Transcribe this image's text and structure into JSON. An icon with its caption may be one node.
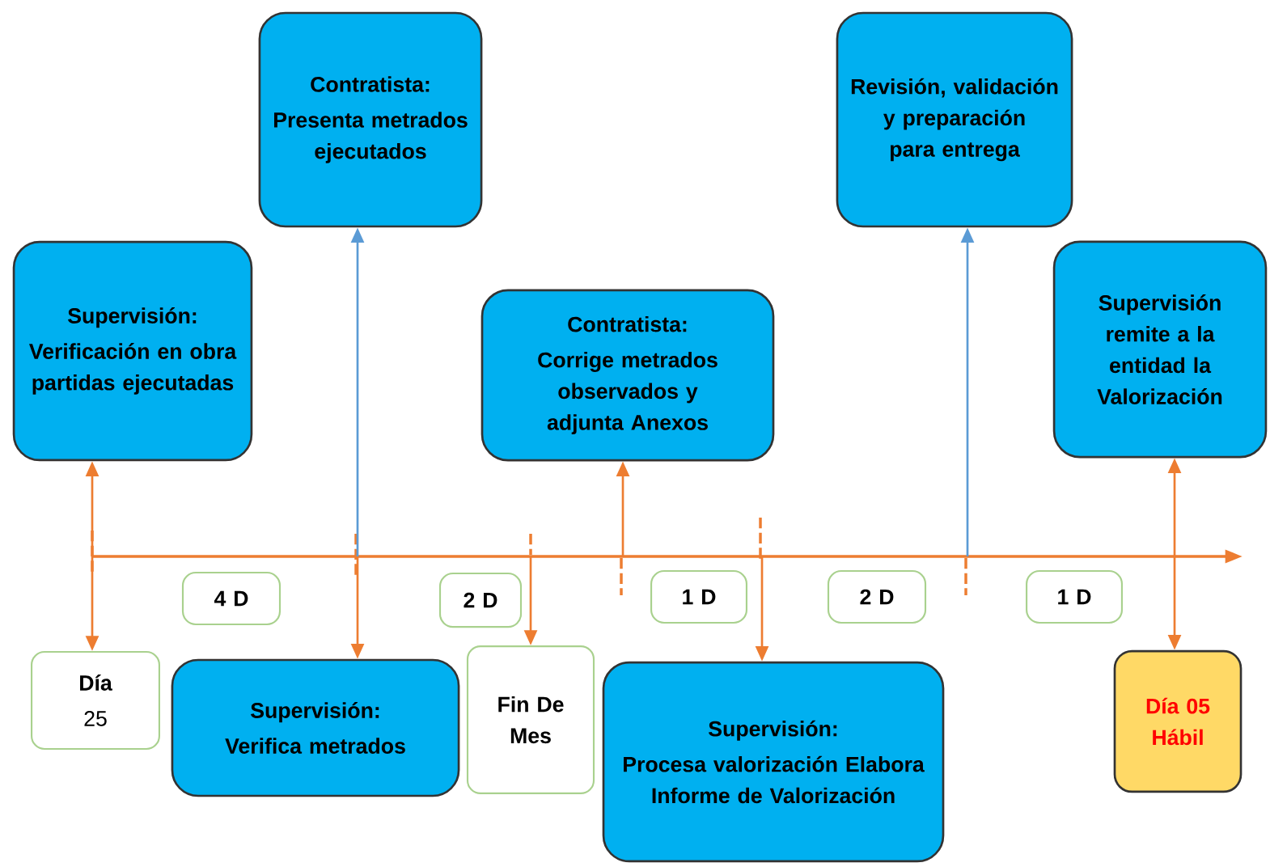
{
  "diagram": {
    "nodes": [
      {
        "text": [
          "Contratista:",
          "Presenta metrados ejecutados"
        ]
      },
      {
        "text": [
          "Revisión, validación y preparación para entrega"
        ]
      },
      {
        "text": [
          "Supervisión:",
          "Verificación en obra partidas ejecutadas"
        ]
      },
      {
        "text": [
          "Supervisión remite a la entidad la Valorización"
        ]
      },
      {
        "text": [
          "Contratista:",
          "Corrige metrados observados y adjunta Anexos"
        ]
      },
      {
        "text": [
          "4 D"
        ]
      },
      {
        "text": [
          "2 D"
        ]
      },
      {
        "text": [
          "1 D"
        ]
      },
      {
        "text": [
          "2 D"
        ]
      },
      {
        "text": [
          "1 D"
        ]
      },
      {
        "text": [
          "Día",
          "25"
        ]
      },
      {
        "text": [
          "Supervisión:",
          "Verifica metrados"
        ]
      },
      {
        "text": [
          "Fin De Mes"
        ]
      },
      {
        "text": [
          "Supervisión:",
          "Procesa valorización Elabora Informe de Valorización"
        ]
      },
      {
        "text": [
          "Día 05 Hábil"
        ]
      }
    ],
    "edges": [
      {
        "from": 2,
        "to": 10,
        "arrow": "both"
      },
      {
        "from": null,
        "to": 0,
        "arrow": "to",
        "color": "#5b9bd5"
      },
      {
        "from": null,
        "to": 11,
        "arrow": "to"
      },
      {
        "from": null,
        "to": 12,
        "arrow": "to"
      },
      {
        "from": null,
        "to": 4,
        "arrow": "to"
      },
      {
        "from": null,
        "to": 13,
        "arrow": "to"
      },
      {
        "from": null,
        "to": 1,
        "arrow": "to",
        "color": "#5b9bd5"
      },
      {
        "from": 3,
        "to": 14,
        "arrow": "both"
      }
    ]
  }
}
